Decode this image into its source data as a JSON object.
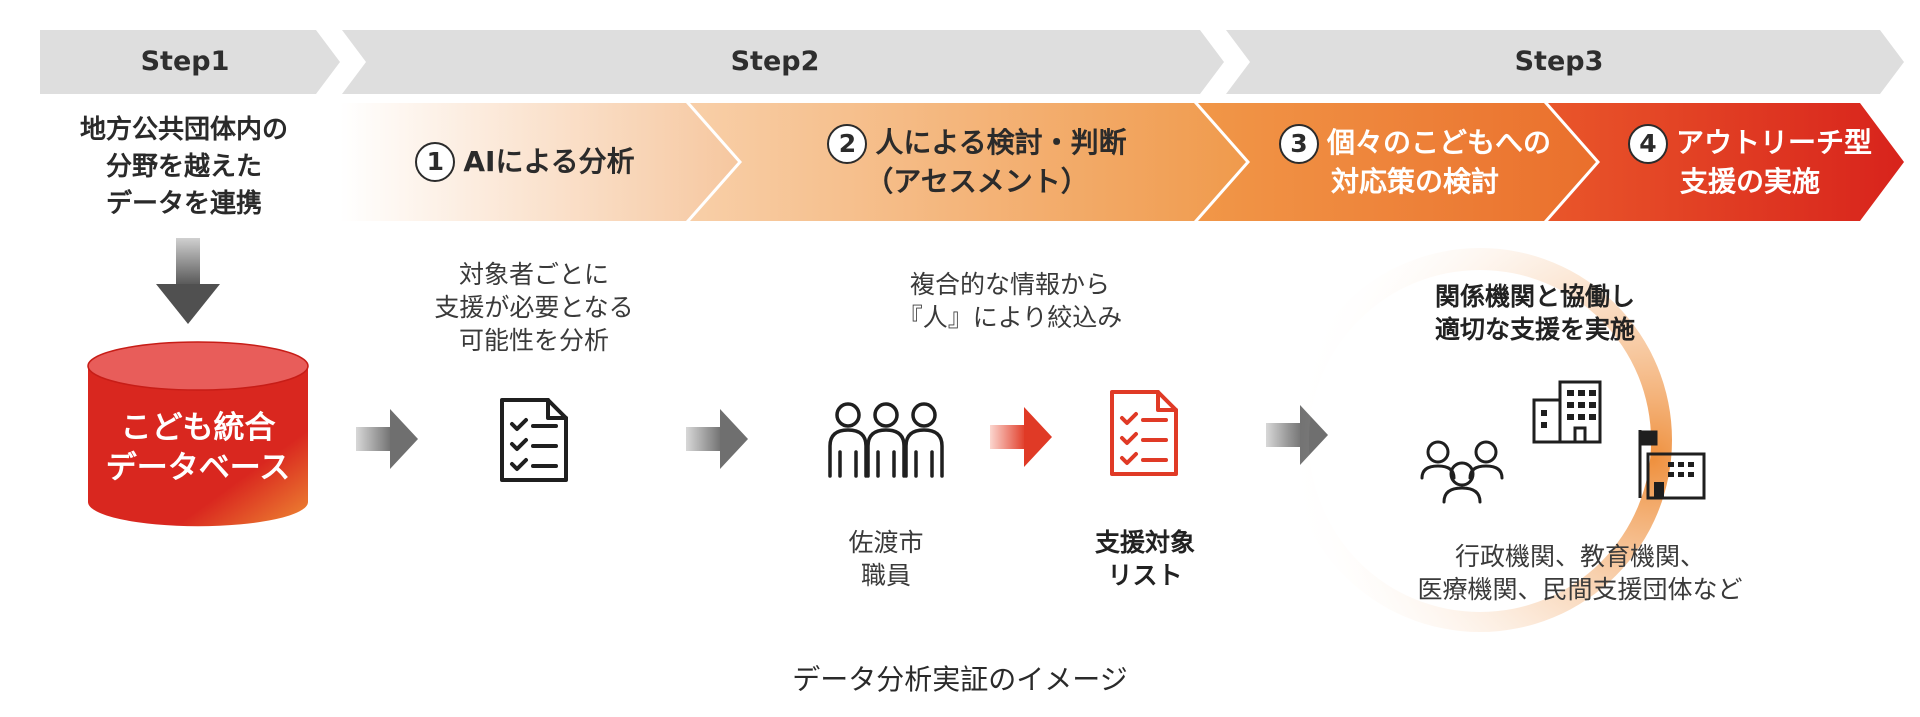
{
  "steps": [
    {
      "label": "Step1"
    },
    {
      "label": "Step2"
    },
    {
      "label": "Step3"
    }
  ],
  "step1": {
    "description": [
      "地方公共団体内の",
      "分野を越えた",
      "データを連携"
    ],
    "database_label": [
      "こども統合",
      "データベース"
    ]
  },
  "phases": [
    {
      "number": "1",
      "lines": [
        "AIによる分析"
      ]
    },
    {
      "number": "2",
      "lines": [
        "人による検討・判断",
        "（アセスメント）"
      ]
    },
    {
      "number": "3",
      "lines": [
        "個々のこどもへの",
        "対応策の検討"
      ]
    },
    {
      "number": "4",
      "lines": [
        "アウトリーチ型",
        "支援の実施"
      ]
    }
  ],
  "analysis": {
    "note": [
      "対象者ごとに",
      "支援が必要となる",
      "可能性を分析"
    ]
  },
  "assessment": {
    "note": [
      "複合的な情報から",
      "『人』により絞込み"
    ],
    "staff_label": [
      "佐渡市",
      "職員"
    ],
    "list_label": [
      "支援対象",
      "リスト"
    ]
  },
  "support": {
    "title": [
      "関係機関と協働し",
      "適切な支援を実施"
    ],
    "agencies": [
      "行政機関、教育機関、",
      "医療機関、民間支援団体など"
    ]
  },
  "caption": "データ分析実証のイメージ",
  "colors": {
    "step_bar": "#dedede",
    "db_red": "#d7261e",
    "accent_red": "#e03a26",
    "orange": "#ee8a33",
    "arrow_gray": "#7a7a7a"
  },
  "icons": {
    "down_arrow": "down-arrow-icon",
    "database": "database-icon",
    "document": "checklist-document-icon",
    "staff": "people-icon",
    "list": "red-checklist-icon",
    "group": "group-icon",
    "building": "office-building-icon",
    "school": "school-building-icon"
  }
}
